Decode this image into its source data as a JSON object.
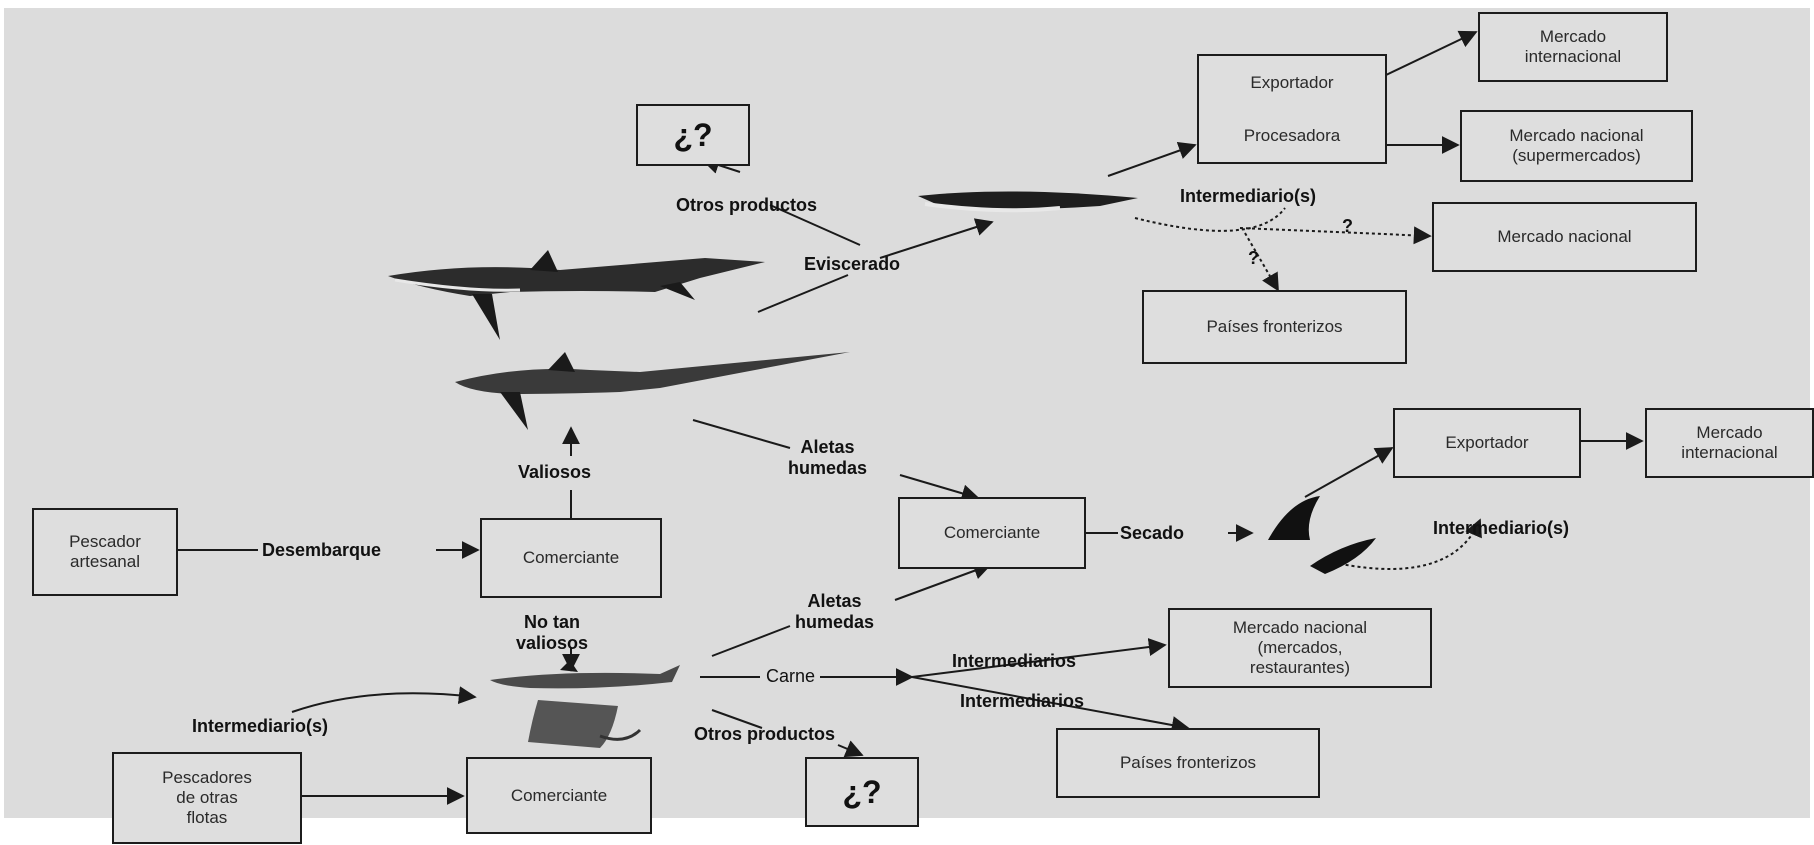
{
  "boxes": {
    "q_top": "¿?",
    "exportador_top": "Exportador",
    "procesadora": "Procesadora",
    "mercado_internacional_top": [
      "Mercado",
      "internacional"
    ],
    "mercado_nacional_super": [
      "Mercado nacional",
      "(supermercados)"
    ],
    "mercado_nacional": "Mercado nacional",
    "paises_fronterizos_top": "Países fronterizos",
    "pescador_artesanal": [
      "Pescador",
      "artesanal"
    ],
    "comerciante_main": "Comerciante",
    "comerciante_mid": "Comerciante",
    "exportador_mid": "Exportador",
    "mercado_internacional_mid": [
      "Mercado",
      "internacional"
    ],
    "mercado_nacional_rest": [
      "Mercado nacional",
      "(mercados,",
      "restaurantes)"
    ],
    "paises_fronterizos_bottom": "Países fronterizos",
    "pescadores_otras_flotas": [
      "Pescadores",
      "de otras",
      "flotas"
    ],
    "comerciante_bottom": "Comerciante",
    "q_bottom": "¿?"
  },
  "labels": {
    "otros_productos_top": "Otros productos",
    "eviscerado": "Eviscerado",
    "intermediarios_top": "Intermediario(s)",
    "q_mark_1": "?",
    "q_mark_2": "?",
    "valiosos": "Valiosos",
    "aletas_humedas_top": [
      "Aletas",
      "humedas"
    ],
    "desembarque": "Desembarque",
    "secado": "Secado",
    "intermediarios_mid": "Intermediario(s)",
    "no_tan_valiosos": [
      "No tan",
      "valiosos"
    ],
    "aletas_humedas_bottom": [
      "Aletas",
      "humedas"
    ],
    "carne": "Carne",
    "intermediarios_a": "Intermediarios",
    "intermediarios_b": "Intermediarios",
    "intermediarios_left": "Intermediario(s)",
    "otros_productos_bottom": "Otros productos"
  },
  "colors": {
    "background": "#dcdcdc",
    "ink": "#1a1a1a"
  },
  "icons": [
    "thresher-shark-full",
    "thresher-shark-long-tail",
    "eviscerated-shark-carcass",
    "dried-shark-fin",
    "dried-shark-fin-2",
    "small-shark",
    "stingray"
  ]
}
